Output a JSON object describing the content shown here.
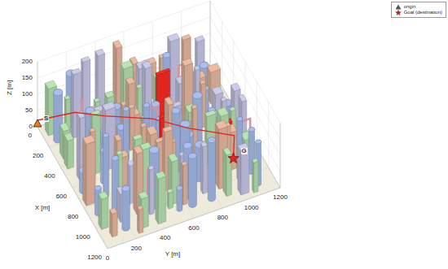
{
  "diagram": {
    "labels": [
      "Z [m]",
      "200",
      "150",
      "100",
      "50",
      "0",
      "S",
      "0",
      "200",
      "400",
      "600",
      "800",
      "1000",
      "1200",
      "X [m]",
      "G",
      "0",
      "200",
      "400",
      "600",
      "800",
      "1000",
      "1200",
      "Y [m]"
    ],
    "legend": [
      {
        "text": "origin"
      },
      {
        "text": "Goal (destination)"
      }
    ]
  }
}
